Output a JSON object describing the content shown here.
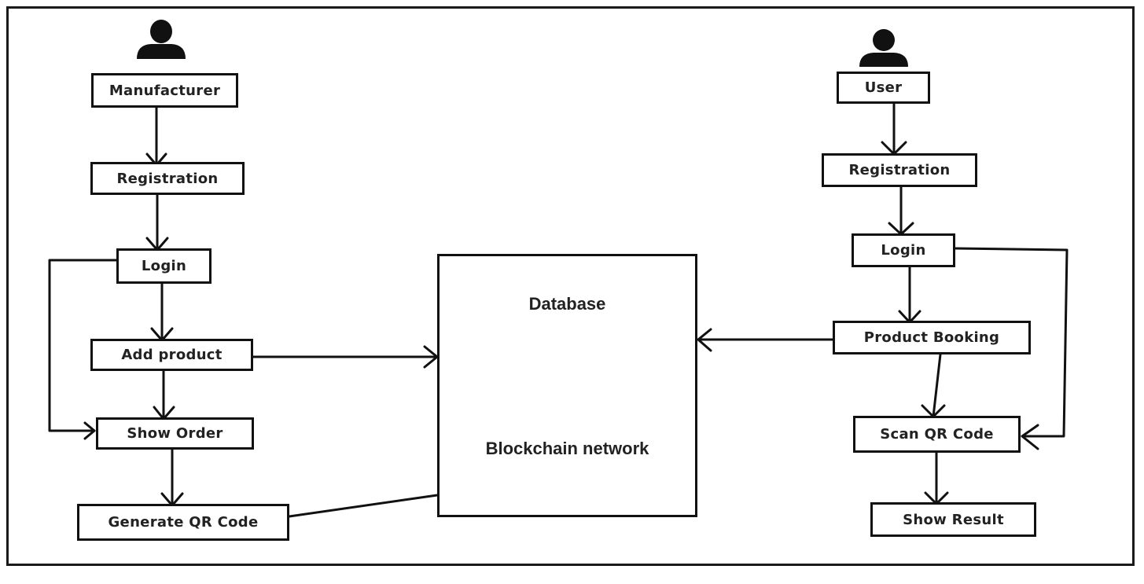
{
  "manufacturer_flow": {
    "actor_icon": "person-icon",
    "steps": {
      "manufacturer": "Manufacturer",
      "registration": "Registration",
      "login": "Login",
      "add_product": "Add product",
      "show_order": "Show Order",
      "generate_qr": "Generate QR Code"
    }
  },
  "user_flow": {
    "actor_icon": "person-icon",
    "steps": {
      "user": "User",
      "registration": "Registration",
      "login": "Login",
      "product_booking": "Product Booking",
      "scan_qr": "Scan QR Code",
      "show_result": "Show Result"
    }
  },
  "central": {
    "title": "Database",
    "subtitle": "Blockchain network"
  },
  "colors": {
    "stroke": "#111111",
    "text": "#222222",
    "background": "#ffffff"
  }
}
